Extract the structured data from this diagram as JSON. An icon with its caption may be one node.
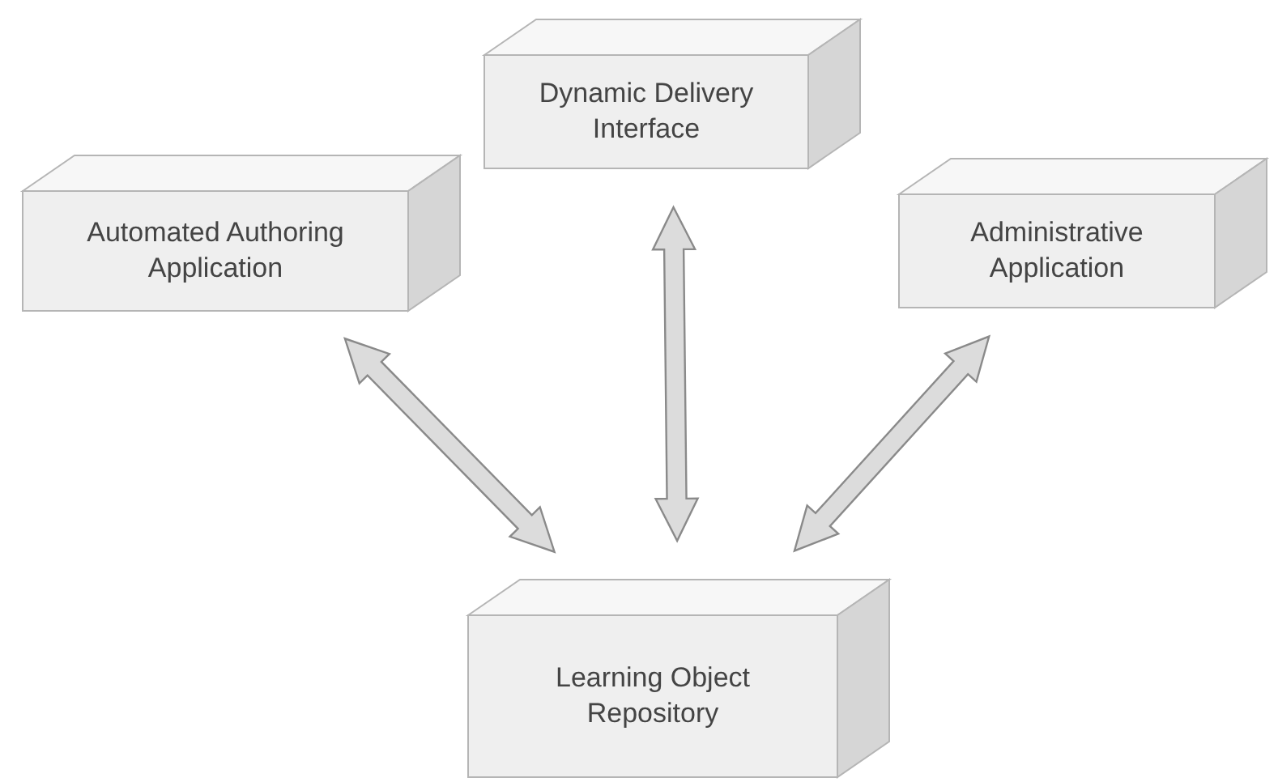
{
  "diagram": {
    "nodes": [
      {
        "text": [
          "Automated Authoring Application"
        ]
      },
      {
        "text": [
          "Dynamic Delivery Interface"
        ]
      },
      {
        "text": [
          "Administrative Application"
        ]
      },
      {
        "text": [
          "Learning Object Repository"
        ]
      }
    ],
    "edges": [
      {
        "from": 0,
        "to": 3,
        "arrow": "both"
      },
      {
        "from": 1,
        "to": 3,
        "arrow": "both"
      },
      {
        "from": 2,
        "to": 3,
        "arrow": "both"
      }
    ]
  }
}
